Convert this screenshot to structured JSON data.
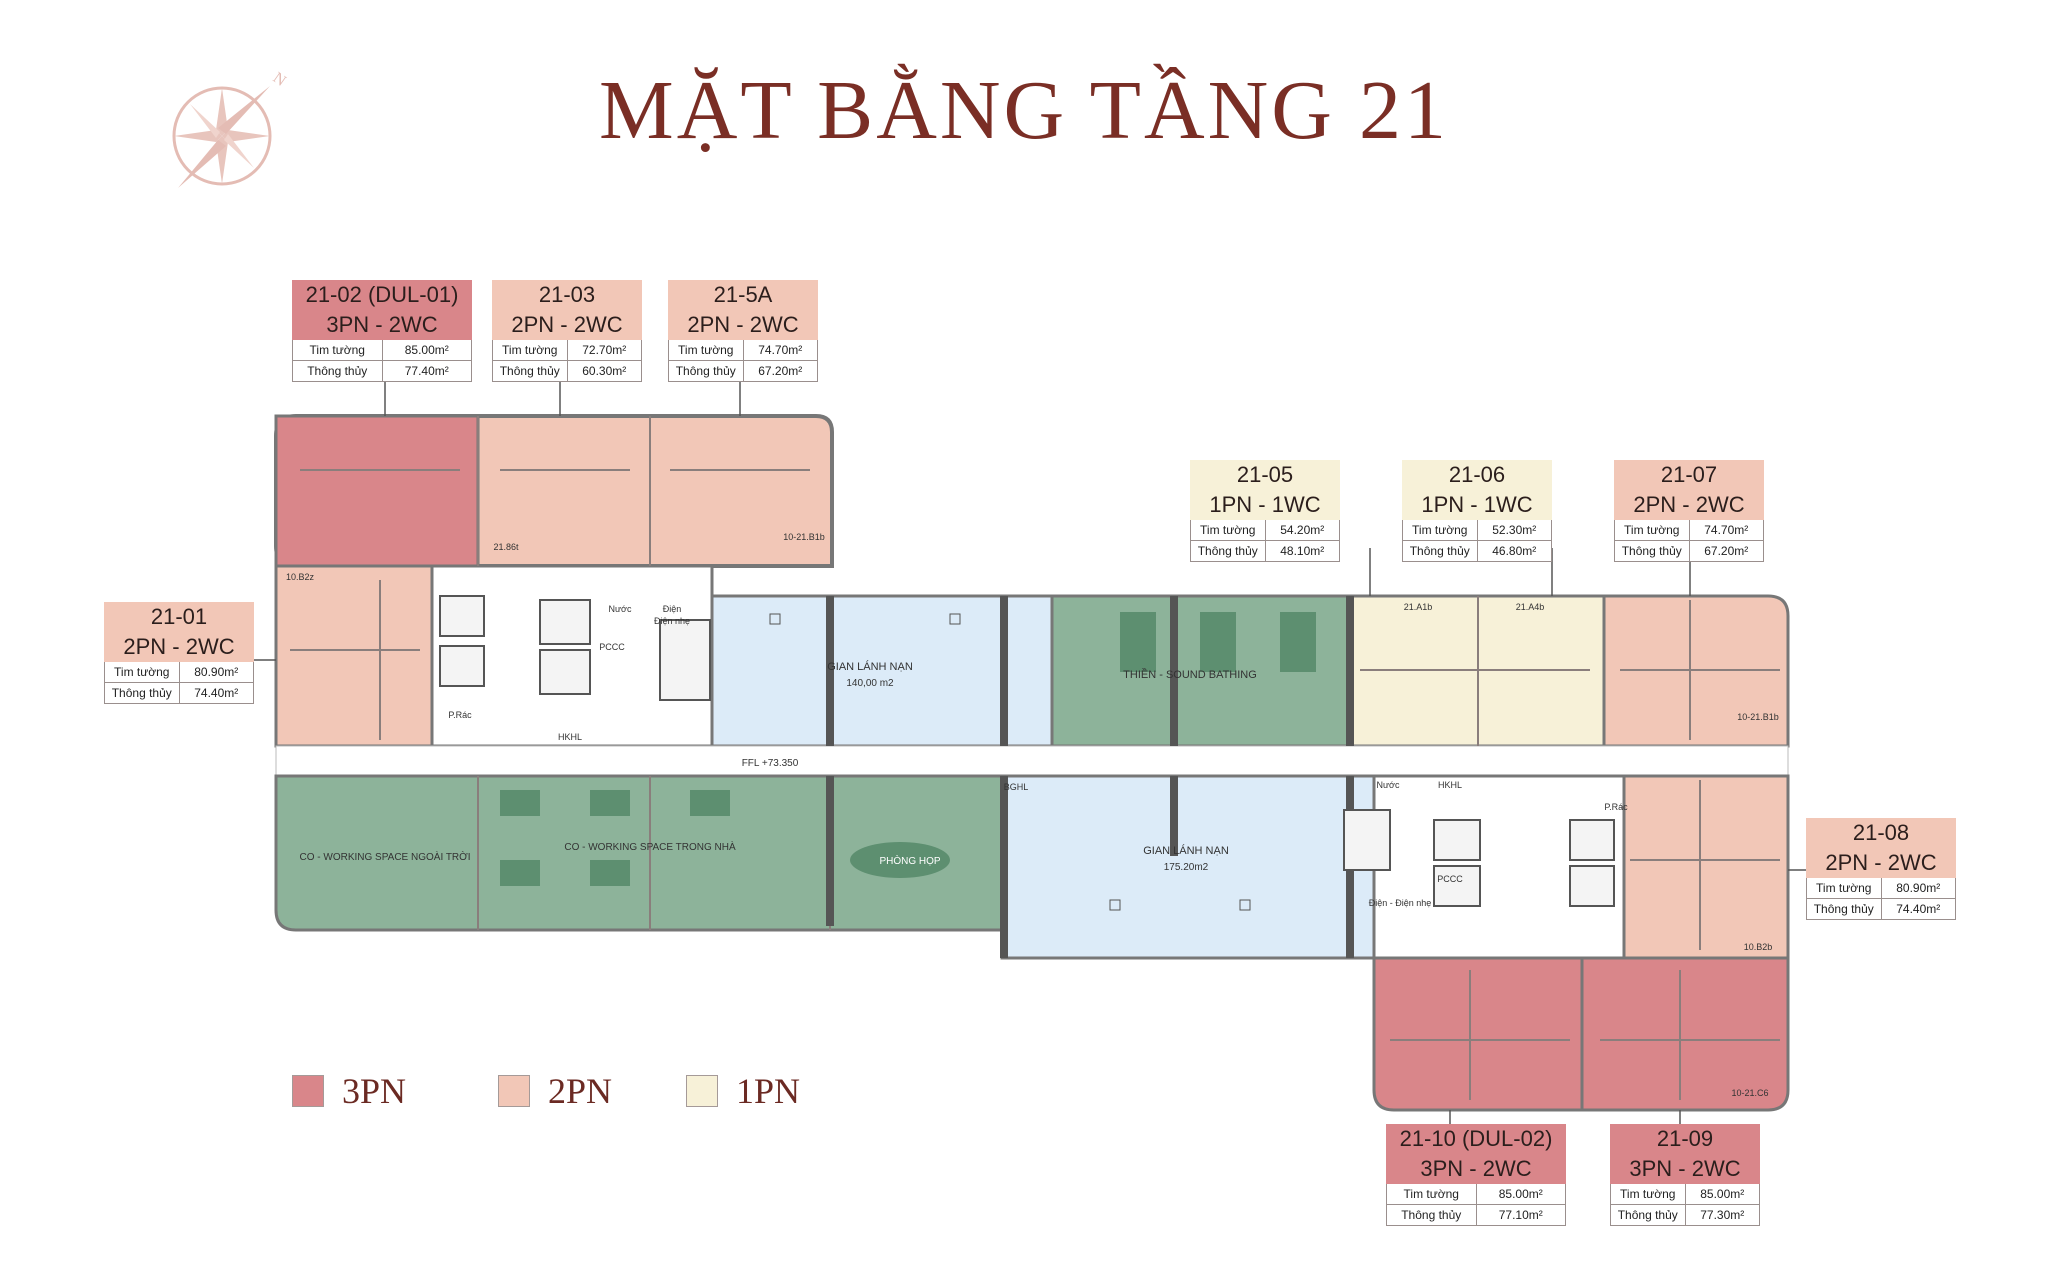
{
  "title": "MẶT BẰNG TẦNG 21",
  "compass_label": "N",
  "labels": {
    "area_wall": "Tim tường",
    "area_clear": "Thông thủy"
  },
  "colors": {
    "three_bed": "#d9868a",
    "two_bed": "#f2c7b7",
    "one_bed": "#f7f1d8",
    "amenity_green": "#8db39a",
    "glass_blue": "#dcebf8",
    "title": "#7a2e25"
  },
  "units": [
    {
      "code": "21-02 (DUL-01)",
      "type": "3PN - 2WC",
      "wall": "85.00m²",
      "clear": "77.40m²"
    },
    {
      "code": "21-03",
      "type": "2PN - 2WC",
      "wall": "72.70m²",
      "clear": "60.30m²"
    },
    {
      "code": "21-5A",
      "type": "2PN - 2WC",
      "wall": "74.70m²",
      "clear": "67.20m²"
    },
    {
      "code": "21-01",
      "type": "2PN - 2WC",
      "wall": "80.90m²",
      "clear": "74.40m²"
    },
    {
      "code": "21-05",
      "type": "1PN - 1WC",
      "wall": "54.20m²",
      "clear": "48.10m²"
    },
    {
      "code": "21-06",
      "type": "1PN - 1WC",
      "wall": "52.30m²",
      "clear": "46.80m²"
    },
    {
      "code": "21-07",
      "type": "2PN - 2WC",
      "wall": "74.70m²",
      "clear": "67.20m²"
    },
    {
      "code": "21-08",
      "type": "2PN - 2WC",
      "wall": "80.90m²",
      "clear": "74.40m²"
    },
    {
      "code": "21-10 (DUL-02)",
      "type": "3PN - 2WC",
      "wall": "85.00m²",
      "clear": "77.10m²"
    },
    {
      "code": "21-09",
      "type": "3PN - 2WC",
      "wall": "85.00m²",
      "clear": "77.30m²"
    }
  ],
  "plan_labels": {
    "gian_lanh_nan_1": "GIAN LÁNH NẠN",
    "gian_lanh_nan_1_area": "140,00 m2",
    "gian_lanh_nan_2": "GIAN LÁNH NẠN",
    "gian_lanh_nan_2_area": "175.20m2",
    "sound_bathing": "THIỀN - SOUND BATHING",
    "cowork_out": "CO - WORKING SPACE NGOÀI TRỜI",
    "cowork_in": "CO - WORKING SPACE TRONG NHÀ",
    "meeting": "PHÒNG HỌP",
    "ffl": "FFL +73.350",
    "nuoc": "Nước",
    "dien_nhe": "Điện nhẹ",
    "dien": "Điện",
    "pccc": "PCCC",
    "hkhl": "HKHL",
    "bghl": "BGHL",
    "p_rac": "P.Rác",
    "dien_dien_nhe": "Điện - Điện nhẹ",
    "u1a": "21.A1b",
    "u1b": "21.A4b",
    "u_2186": "21.86t",
    "u_b1b": "10-21.B1b",
    "u_b1b2": "10-21.B1b",
    "u_b2b": "10.B2b",
    "u_c": "10-21.C6",
    "u_b2z": "10.B2z"
  },
  "legend": [
    {
      "label": "3PN"
    },
    {
      "label": "2PN"
    },
    {
      "label": "1PN"
    }
  ]
}
